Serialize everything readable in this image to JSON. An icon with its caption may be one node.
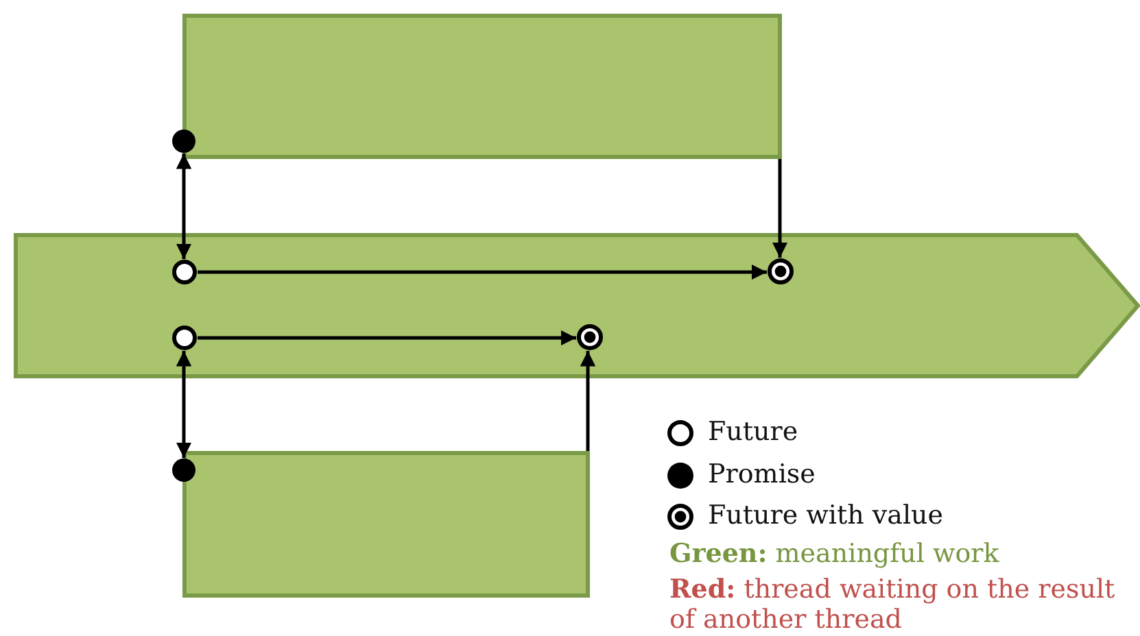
{
  "diagram": {
    "nodes": [
      {
        "text": [],
        "shape": "box"
      },
      {
        "text": [],
        "shape": "arrow"
      },
      {
        "text": [],
        "shape": "box"
      },
      {
        "text": [],
        "shape": "circle"
      },
      {
        "text": [],
        "shape": "circle",
        "in": 1
      },
      {
        "text": [],
        "shape": "circle",
        "in": 1
      },
      {
        "text": [],
        "shape": "circle",
        "in": 1
      },
      {
        "text": [],
        "shape": "circle",
        "in": 1
      },
      {
        "text": [],
        "shape": "circle"
      }
    ],
    "edges": [
      {
        "from": 3,
        "to": 4,
        "arrow": "both"
      },
      {
        "from": 4,
        "to": 5,
        "arrow": "to"
      },
      {
        "from": 0,
        "to": 5,
        "arrow": "to"
      },
      {
        "from": 6,
        "to": 7,
        "arrow": "to"
      },
      {
        "from": 2,
        "to": 7,
        "arrow": "to"
      },
      {
        "from": 8,
        "to": 6,
        "arrow": "both"
      }
    ],
    "labels": [
      "**Green:** meaningful work",
      "**Red:** thread waiting on the result of another thread"
    ],
    "legend": [
      {
        "text": "Future"
      },
      {
        "text": "Promise"
      },
      {
        "text": "Future with value"
      }
    ]
  }
}
